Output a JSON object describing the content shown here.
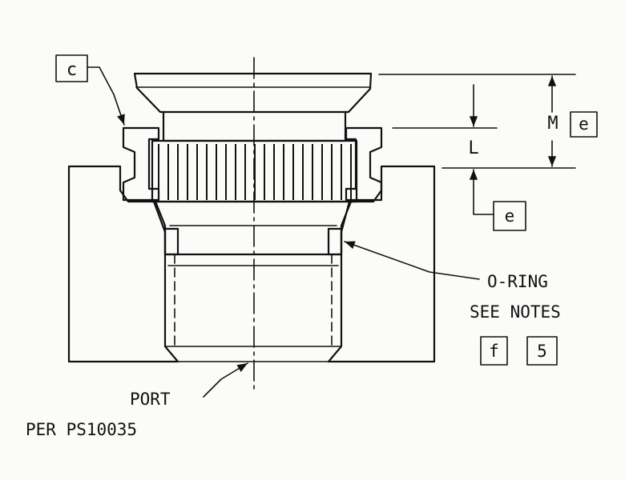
{
  "labels": {
    "port_line1": "PORT",
    "port_line2": "PER PS10035",
    "oring_line1": "O-RING",
    "oring_line2": "SEE NOTES",
    "dim_l": "L",
    "dim_m": "M"
  },
  "callouts": {
    "c": "c",
    "e_upper": "e",
    "e_lower": "e",
    "f": "f",
    "note5": "5"
  }
}
